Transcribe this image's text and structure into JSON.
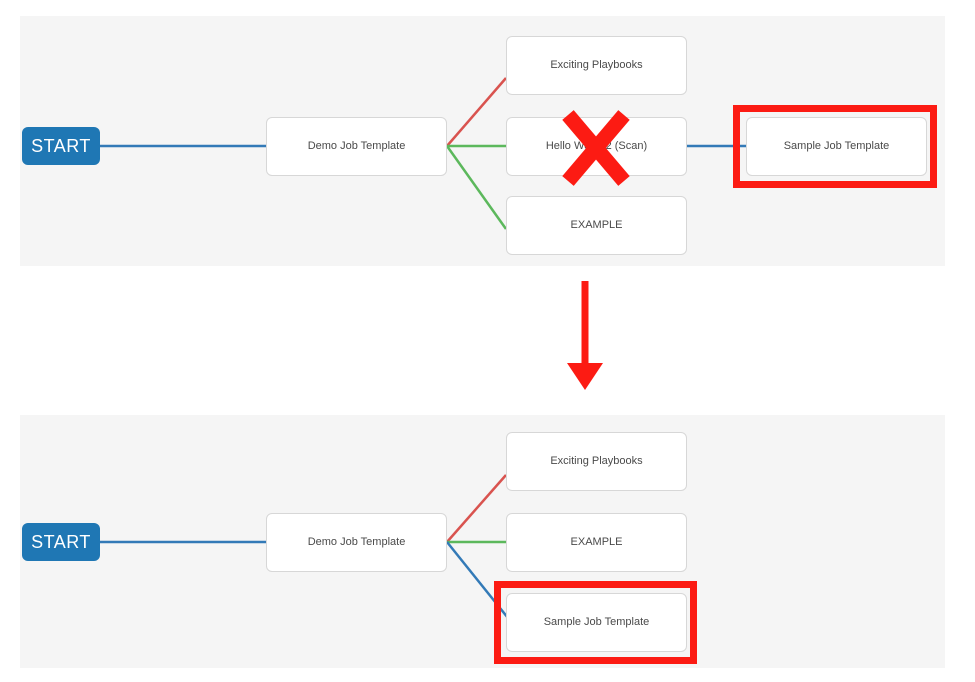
{
  "colors": {
    "panel_background": "#f5f5f5",
    "page_background": "#ffffff",
    "start_node_fill": "#1f77b4",
    "node_fill": "#ffffff",
    "node_border": "#d7d7d7",
    "node_text": "#4a4a4a",
    "link_success": "#5cb85c",
    "link_failure": "#d9534f",
    "link_always": "#337ab7",
    "annotation_red": "#fc1b13"
  },
  "annotations": {
    "x_mark": {
      "name": "red-x-cross",
      "target_node": "Hello World 2 (Scan)",
      "meaning": "node removed"
    },
    "transition_arrow": {
      "name": "downward-arrow",
      "direction": "down",
      "meaning": "before to after"
    },
    "highlight_before": {
      "target_node": "Sample Job Template",
      "meaning": "node relocated"
    },
    "highlight_after": {
      "target_node": "Sample Job Template",
      "meaning": "node new position"
    }
  },
  "panels": [
    {
      "id": "before",
      "caption": "",
      "start_label": "START",
      "nodes": [
        {
          "id": "demo",
          "label": "Demo Job Template",
          "column": 1,
          "row": 1,
          "highlighted": false
        },
        {
          "id": "exciting",
          "label": "Exciting Playbooks",
          "column": 2,
          "row": 0,
          "highlighted": false
        },
        {
          "id": "hello",
          "label": "Hello World 2 (Scan)",
          "column": 2,
          "row": 1,
          "highlighted": false,
          "crossed_out": true
        },
        {
          "id": "example",
          "label": "EXAMPLE",
          "column": 2,
          "row": 2,
          "highlighted": false
        },
        {
          "id": "sample",
          "label": "Sample Job Template",
          "column": 3,
          "row": 1,
          "highlighted": true
        }
      ],
      "links": [
        {
          "from": "START",
          "to": "demo",
          "type": "always",
          "color": "#337ab7"
        },
        {
          "from": "demo",
          "to": "exciting",
          "type": "failure",
          "color": "#d9534f"
        },
        {
          "from": "demo",
          "to": "hello",
          "type": "success",
          "color": "#5cb85c"
        },
        {
          "from": "demo",
          "to": "example",
          "type": "success",
          "color": "#5cb85c"
        },
        {
          "from": "hello",
          "to": "sample",
          "type": "always",
          "color": "#337ab7"
        }
      ]
    },
    {
      "id": "after",
      "caption": "",
      "start_label": "START",
      "nodes": [
        {
          "id": "demo",
          "label": "Demo Job Template",
          "column": 1,
          "row": 1,
          "highlighted": false
        },
        {
          "id": "exciting",
          "label": "Exciting Playbooks",
          "column": 2,
          "row": 0,
          "highlighted": false
        },
        {
          "id": "example",
          "label": "EXAMPLE",
          "column": 2,
          "row": 1,
          "highlighted": false
        },
        {
          "id": "sample",
          "label": "Sample Job Template",
          "column": 2,
          "row": 2,
          "highlighted": true
        }
      ],
      "links": [
        {
          "from": "START",
          "to": "demo",
          "type": "always",
          "color": "#337ab7"
        },
        {
          "from": "demo",
          "to": "exciting",
          "type": "failure",
          "color": "#d9534f"
        },
        {
          "from": "demo",
          "to": "example",
          "type": "success",
          "color": "#5cb85c"
        },
        {
          "from": "demo",
          "to": "sample",
          "type": "always",
          "color": "#337ab7"
        }
      ]
    }
  ]
}
